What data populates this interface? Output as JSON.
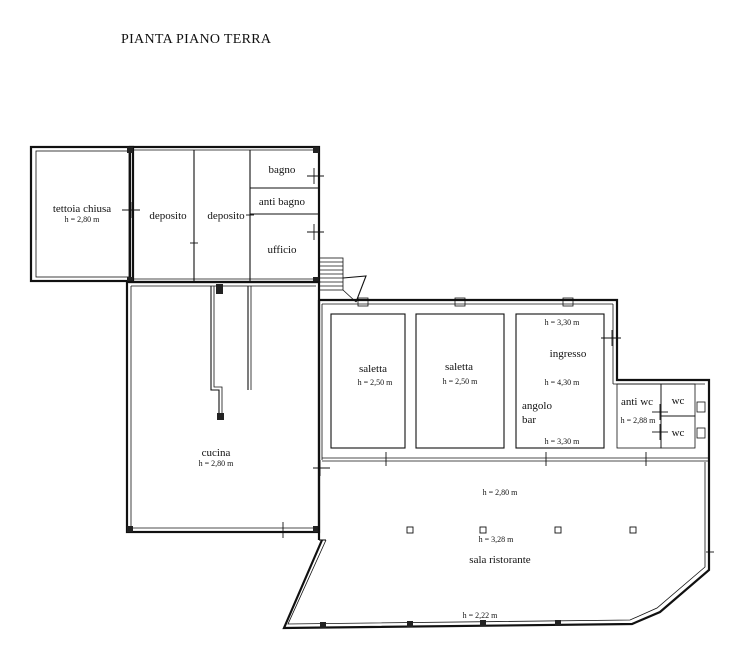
{
  "title": "PIANTA PIANO TERRA",
  "rooms": {
    "tettoia": {
      "name": "tettoia chiusa",
      "height": "h = 2,80 m"
    },
    "deposito1": {
      "name": "deposito"
    },
    "deposito2": {
      "name": "deposito"
    },
    "bagno": {
      "name": "bagno"
    },
    "anti_bagno": {
      "name": "anti bagno"
    },
    "ufficio": {
      "name": "ufficio"
    },
    "cucina": {
      "name": "cucina",
      "height": "h = 2,80 m"
    },
    "saletta1": {
      "name": "saletta",
      "height": "h = 2,50 m"
    },
    "saletta2": {
      "name": "saletta",
      "height": "h = 2,50 m"
    },
    "ingresso": {
      "name": "ingresso",
      "height_top": "h = 3,30 m",
      "height_mid": "h = 4,30 m",
      "height_bottom": "h = 3,30 m"
    },
    "angolo_bar": {
      "name_line1": "angolo",
      "name_line2": "bar"
    },
    "anti_wc": {
      "name": "anti wc",
      "height": "h = 2,88 m"
    },
    "wc1": {
      "name": "wc"
    },
    "wc2": {
      "name": "wc"
    },
    "sala": {
      "name": "sala ristorante",
      "height_top": "h = 2,80 m",
      "height_mid": "h = 3,28 m",
      "height_bottom": "h = 2,22 m"
    }
  }
}
